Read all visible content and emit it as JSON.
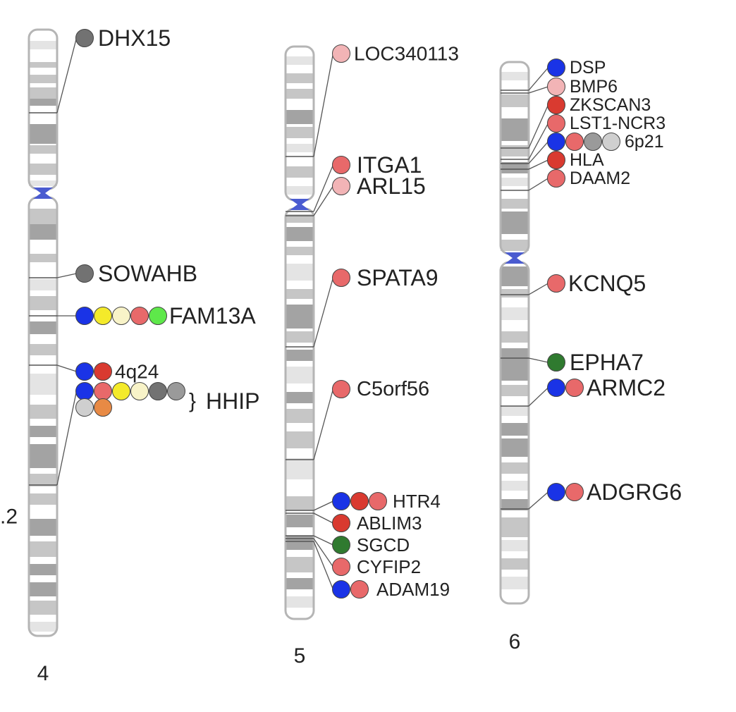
{
  "colors": {
    "blue": "#1a33e6",
    "red": "#d93a30",
    "salmon": "#e8696a",
    "pink": "#f2b4b6",
    "yellow": "#f4ea2a",
    "cream": "#f8f3c8",
    "green": "#5ee84a",
    "dark-green": "#2f7a2f",
    "dark-gray": "#727272",
    "gray": "#9a9a9a",
    "light-gray": "#cfcfcf",
    "orange": "#e88a45",
    "centromere": "#4a5bd0",
    "band-dark": "#a3a3a3",
    "band-mid": "#c6c6c6",
    "band-light": "#e4e4e4",
    "chrom-outline": "#b5b5b5"
  },
  "edge_label": ".2",
  "chromosomes": [
    {
      "id": "4",
      "label": "4",
      "loci": [
        {
          "name": "DHX15",
          "markers": [
            "dark-gray"
          ]
        },
        {
          "name": "SOWAHB",
          "markers": [
            "dark-gray"
          ]
        },
        {
          "name": "FAM13A",
          "markers": [
            "blue",
            "yellow",
            "cream",
            "salmon",
            "green"
          ]
        },
        {
          "name": "4q24",
          "markers": [
            "blue",
            "red"
          ]
        },
        {
          "name": "HHIP",
          "markers": [
            "blue",
            "salmon",
            "yellow",
            "cream",
            "dark-gray",
            "gray",
            "light-gray",
            "orange"
          ],
          "bracket": "}"
        }
      ]
    },
    {
      "id": "5",
      "label": "5",
      "loci": [
        {
          "name": "LOC340113",
          "markers": [
            "pink"
          ]
        },
        {
          "name": "ITGA1",
          "markers": [
            "salmon"
          ]
        },
        {
          "name": "ARL15",
          "markers": [
            "pink"
          ]
        },
        {
          "name": "SPATA9",
          "markers": [
            "salmon"
          ]
        },
        {
          "name": "C5orf56",
          "markers": [
            "salmon"
          ]
        },
        {
          "name": "HTR4",
          "markers": [
            "blue",
            "red",
            "salmon"
          ]
        },
        {
          "name": "ABLIM3",
          "markers": [
            "red"
          ]
        },
        {
          "name": "SGCD",
          "markers": [
            "dark-green"
          ]
        },
        {
          "name": "CYFIP2",
          "markers": [
            "salmon"
          ]
        },
        {
          "name": "ADAM19",
          "markers": [
            "blue",
            "salmon"
          ]
        }
      ]
    },
    {
      "id": "6",
      "label": "6",
      "loci": [
        {
          "name": "DSP",
          "markers": [
            "blue"
          ]
        },
        {
          "name": "BMP6",
          "markers": [
            "pink"
          ]
        },
        {
          "name": "ZKSCAN3",
          "markers": [
            "red"
          ]
        },
        {
          "name": "LST1-NCR3",
          "markers": [
            "salmon"
          ]
        },
        {
          "name": "6p21",
          "markers": [
            "blue",
            "salmon",
            "gray",
            "light-gray"
          ]
        },
        {
          "name": "HLA",
          "markers": [
            "red"
          ]
        },
        {
          "name": "DAAM2",
          "markers": [
            "salmon"
          ]
        },
        {
          "name": "KCNQ5",
          "markers": [
            "salmon"
          ]
        },
        {
          "name": "EPHA7",
          "markers": [
            "dark-green"
          ]
        },
        {
          "name": "ARMC2",
          "markers": [
            "blue",
            "salmon"
          ]
        },
        {
          "name": "ADGRG6",
          "markers": [
            "blue",
            "salmon"
          ]
        }
      ]
    }
  ]
}
